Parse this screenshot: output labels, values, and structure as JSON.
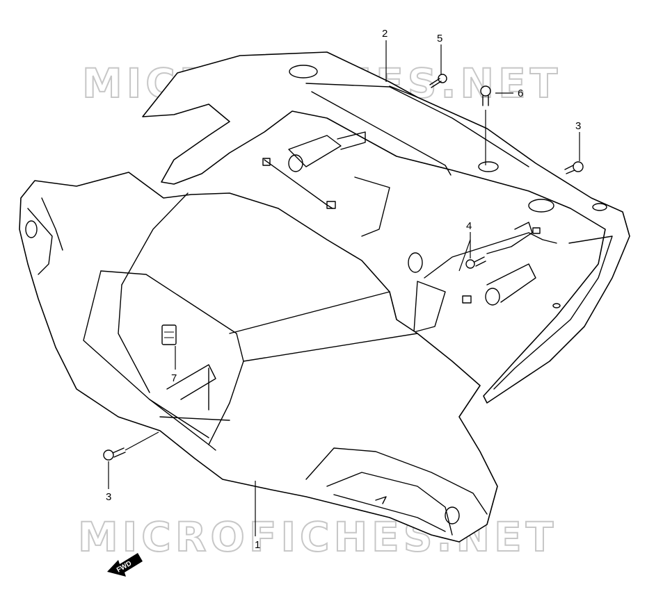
{
  "watermark": {
    "text": "MICROFICHES.NET"
  },
  "callouts": {
    "c1": "1",
    "c2": "2",
    "c3_right": "3",
    "c3_left": "3",
    "c4": "4",
    "c5": "5",
    "c6": "6",
    "c7": "7"
  },
  "fwd": {
    "label": "FWD"
  }
}
